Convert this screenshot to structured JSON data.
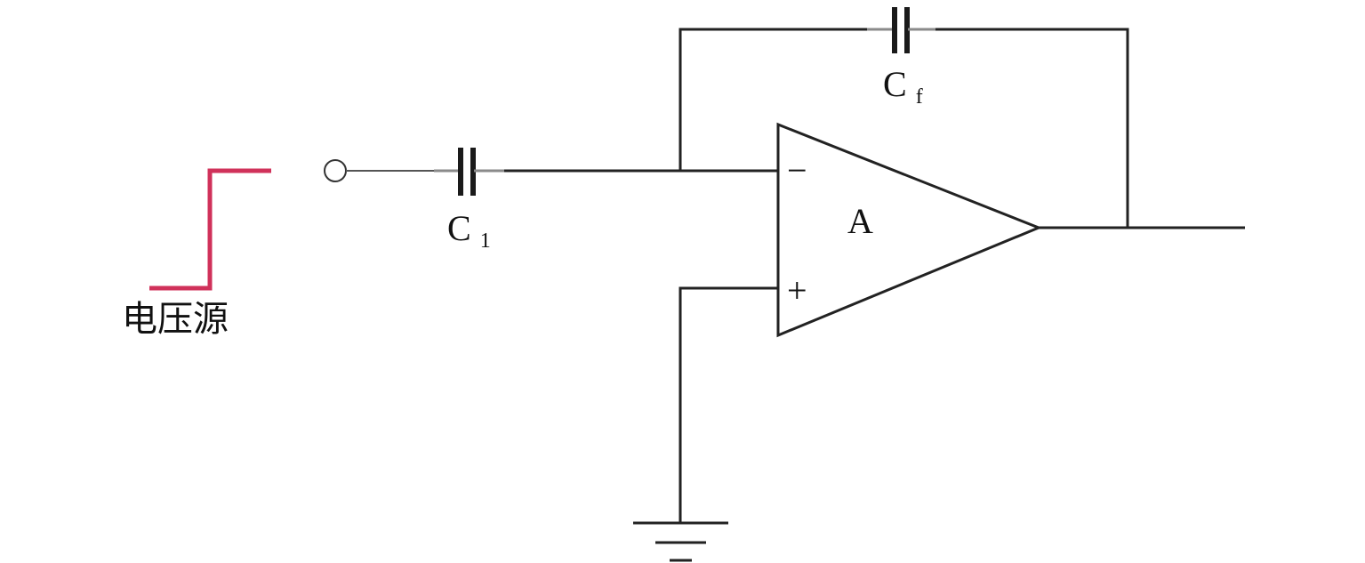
{
  "labels": {
    "source": "电压源",
    "c1_main": "C",
    "c1_sub": "1",
    "cf_main": "C",
    "cf_sub": "f",
    "amplifier": "A",
    "inverting": "−",
    "non_inverting": "+"
  },
  "colors": {
    "source_waveform": "#d0315a",
    "wire": "#222222"
  }
}
